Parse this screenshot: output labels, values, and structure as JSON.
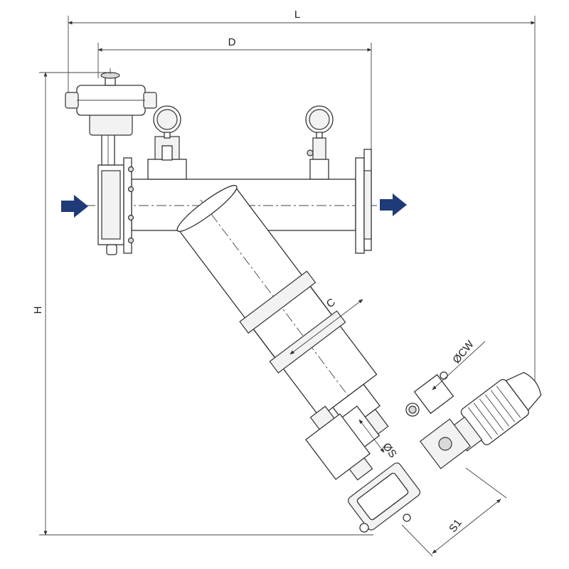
{
  "dimensions": {
    "L": "L",
    "D": "D",
    "H": "H",
    "C": "C",
    "CW": "ØCW",
    "S": "ØS",
    "S1": "S1"
  },
  "colors": {
    "flow_arrow": "#1f3a78",
    "line": "#333333",
    "background": "#ffffff"
  },
  "icons": {
    "inlet_arrow": "flow-in-arrow-icon",
    "outlet_arrow": "flow-out-arrow-icon"
  }
}
